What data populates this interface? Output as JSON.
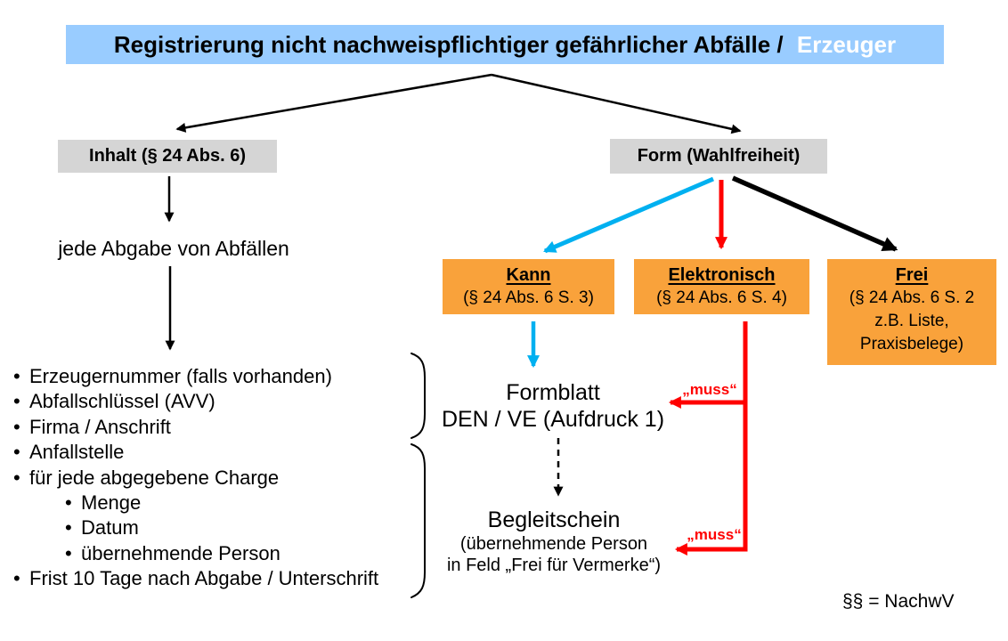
{
  "title": {
    "text_black": "Registrierung nicht nachweispflichtiger gefährlicher Abfälle /",
    "text_white": "Erzeuger"
  },
  "inhalt": {
    "header": "Inhalt (§ 24 Abs. 6)",
    "intro": "jede Abgabe von Abfällen",
    "bullet_char": "•",
    "items": [
      {
        "label": "Erzeugernummer (falls vorhanden)",
        "level": 0
      },
      {
        "label": "Abfallschlüssel (AVV)",
        "level": 0
      },
      {
        "label": "Firma / Anschrift",
        "level": 0
      },
      {
        "label": "Anfallstelle",
        "level": 0
      },
      {
        "label": "für jede abgegebene Charge",
        "level": 0
      },
      {
        "label": "Menge",
        "level": 1
      },
      {
        "label": "Datum",
        "level": 1
      },
      {
        "label": "übernehmende Person",
        "level": 1
      },
      {
        "label": "Frist 10 Tage nach Abgabe / Unterschrift",
        "level": 0
      }
    ]
  },
  "form": {
    "header": "Form (Wahlfreiheit)",
    "options": [
      {
        "name": "Kann",
        "ref": "(§ 24 Abs. 6 S. 3)"
      },
      {
        "name": "Elektronisch",
        "ref": "(§ 24 Abs. 6 S. 4)"
      },
      {
        "name": "Frei",
        "ref": "(§ 24 Abs. 6 S. 2",
        "ref2": "z.B. Liste,",
        "ref3": "Praxisbelege)"
      }
    ],
    "formblatt_line1": "Formblatt",
    "formblatt_line2": "DEN / VE (Aufdruck 1)",
    "muss": "„muss“",
    "begleitschein_line1": "Begleitschein",
    "begleitschein_line2": "(übernehmende Person",
    "begleitschein_line3": "in Feld „Frei für Vermerke“)"
  },
  "legend": "§§ = NachwV",
  "colors": {
    "title_bg": "#99CCFF",
    "title_highlight_text": "#FFFFFF",
    "header_box_bg": "#D5D5D5",
    "option_box_bg": "#F9A23B",
    "arrow_black": "#000000",
    "arrow_cyan": "#00B0F0",
    "arrow_red": "#FF0000"
  }
}
